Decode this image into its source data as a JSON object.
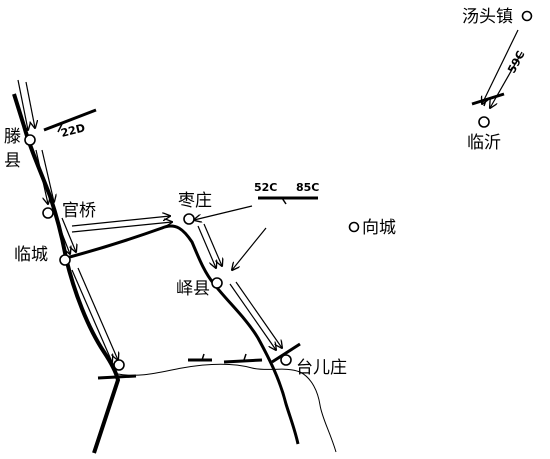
{
  "map": {
    "places": {
      "tengxian_1": "滕",
      "tengxian_2": "县",
      "guanqiao": "官桥",
      "lincheng": "临城",
      "zaozhuang": "枣庄",
      "yixian": "峄县",
      "taierzhuang": "台儿庄",
      "xiangcheng": "向城",
      "tangtouzhen": "汤头镇",
      "linyi": "临沂"
    },
    "units": {
      "unit_22d": "22D",
      "unit_52c": "52C",
      "unit_85c": "85C",
      "unit_59c": "59C"
    }
  }
}
